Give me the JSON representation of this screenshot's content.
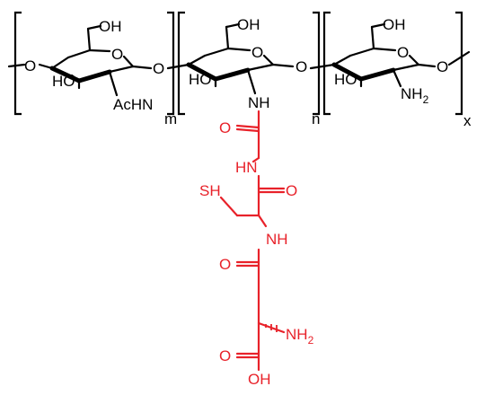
{
  "colors": {
    "backbone": "#000000",
    "conjugate": "#e8222a"
  },
  "unit_m": {
    "oh": "OH",
    "ho": "HO",
    "ring_o": "O",
    "acetamido": "AcHN",
    "link_o_left": "O",
    "link_o_right": "O",
    "subscript": "m"
  },
  "unit_n": {
    "oh": "OH",
    "ho": "HO",
    "ring_o": "O",
    "nh": "NH",
    "subscript": "n"
  },
  "unit_x": {
    "oh": "OH",
    "ho": "HO",
    "ring_o": "O",
    "amine": "NH",
    "amine_sub": "2",
    "link_o_right": "O",
    "subscript": "x"
  },
  "link_o_mn": "O",
  "link_o_nx": "O",
  "conjugate": {
    "gly_o": "O",
    "gly_nh": "HN",
    "cys_o": "O",
    "cys_sh": "SH",
    "cys_nh": "NH",
    "glu_o": "O",
    "glu_nh2": "NH",
    "glu_nh2_sub": "2",
    "glu_o_carboxyl": "O",
    "glu_oh": "OH"
  }
}
